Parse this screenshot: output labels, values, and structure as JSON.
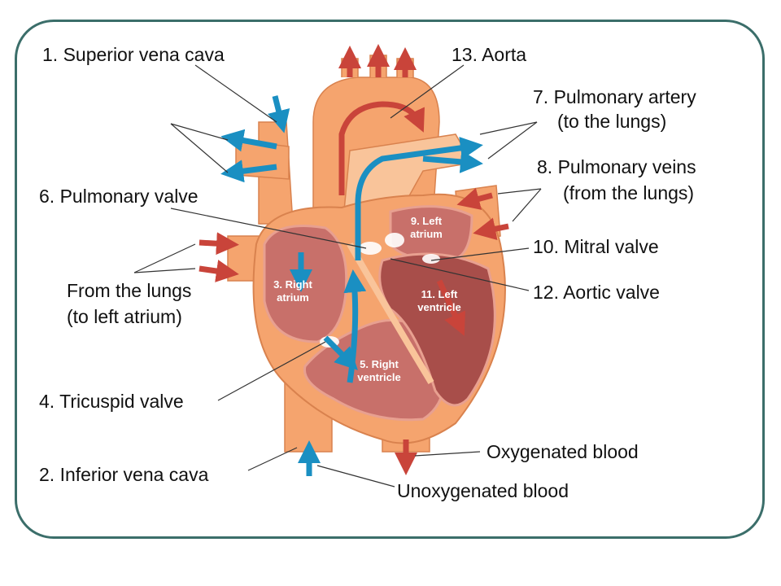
{
  "labels": {
    "superior_vena_cava": "1. Superior vena cava",
    "aorta": "13. Aorta",
    "pulmonary_artery_1": "7. Pulmonary artery",
    "pulmonary_artery_2": "(to the lungs)",
    "pulmonary_veins_1": "8. Pulmonary veins",
    "pulmonary_veins_2": "(from the lungs)",
    "pulmonary_valve": "6. Pulmonary valve",
    "mitral_valve": "10. Mitral valve",
    "aortic_valve": "12. Aortic valve",
    "from_lungs_1": "From the lungs",
    "from_lungs_2": "(to left atrium)",
    "tricuspid_valve": "4. Tricuspid valve",
    "inferior_vena_cava": "2. Inferior vena cava",
    "oxygenated_blood": "Oxygenated blood",
    "unoxygenated_blood": "Unoxygenated blood"
  },
  "inner_labels": {
    "left_atrium_1": "9. Left",
    "left_atrium_2": "atrium",
    "right_atrium_1": "3. Right",
    "right_atrium_2": "atrium",
    "left_ventricle_1": "11. Left",
    "left_ventricle_2": "ventricle",
    "right_ventricle_1": "5. Right",
    "right_ventricle_2": "ventricle"
  },
  "colors": {
    "frame_border": "#3b6e6a",
    "tissue": "#f5a46e",
    "tissue_light": "#f9c49a",
    "chamber": "#c8706a",
    "chamber_dark": "#a84e4a",
    "oxygenated_arrow": "#c9443a",
    "unoxygenated_arrow": "#1a8fc2"
  }
}
